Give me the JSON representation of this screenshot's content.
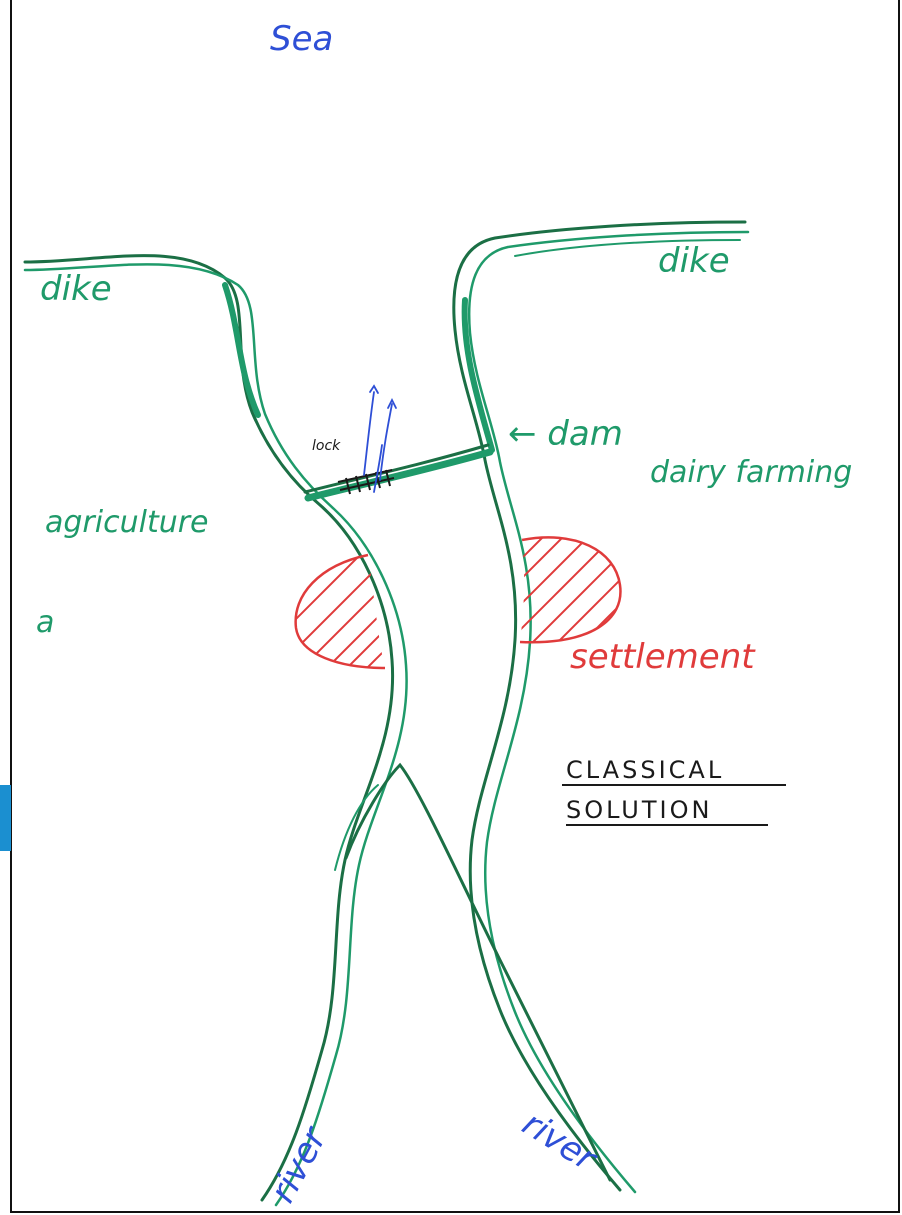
{
  "labels": {
    "sea": "Sea",
    "dike_left": "dike",
    "dike_right": "dike",
    "lock": "lock",
    "dam": "← dam",
    "dairy_farming": "dairy farming",
    "agriculture": "agriculture",
    "a": "a",
    "settlement": "settlement",
    "solution_line1": "CLASSICAL",
    "solution_line2": "SOLUTION",
    "river_left": "river",
    "river_right": "river"
  },
  "colors": {
    "dike_green": "#1f9a6a",
    "dike_dark": "#1b6f45",
    "settlement_red": "#e03b3b",
    "label_blue": "#2e4fd6",
    "side_tab": "#1b8fd0"
  }
}
